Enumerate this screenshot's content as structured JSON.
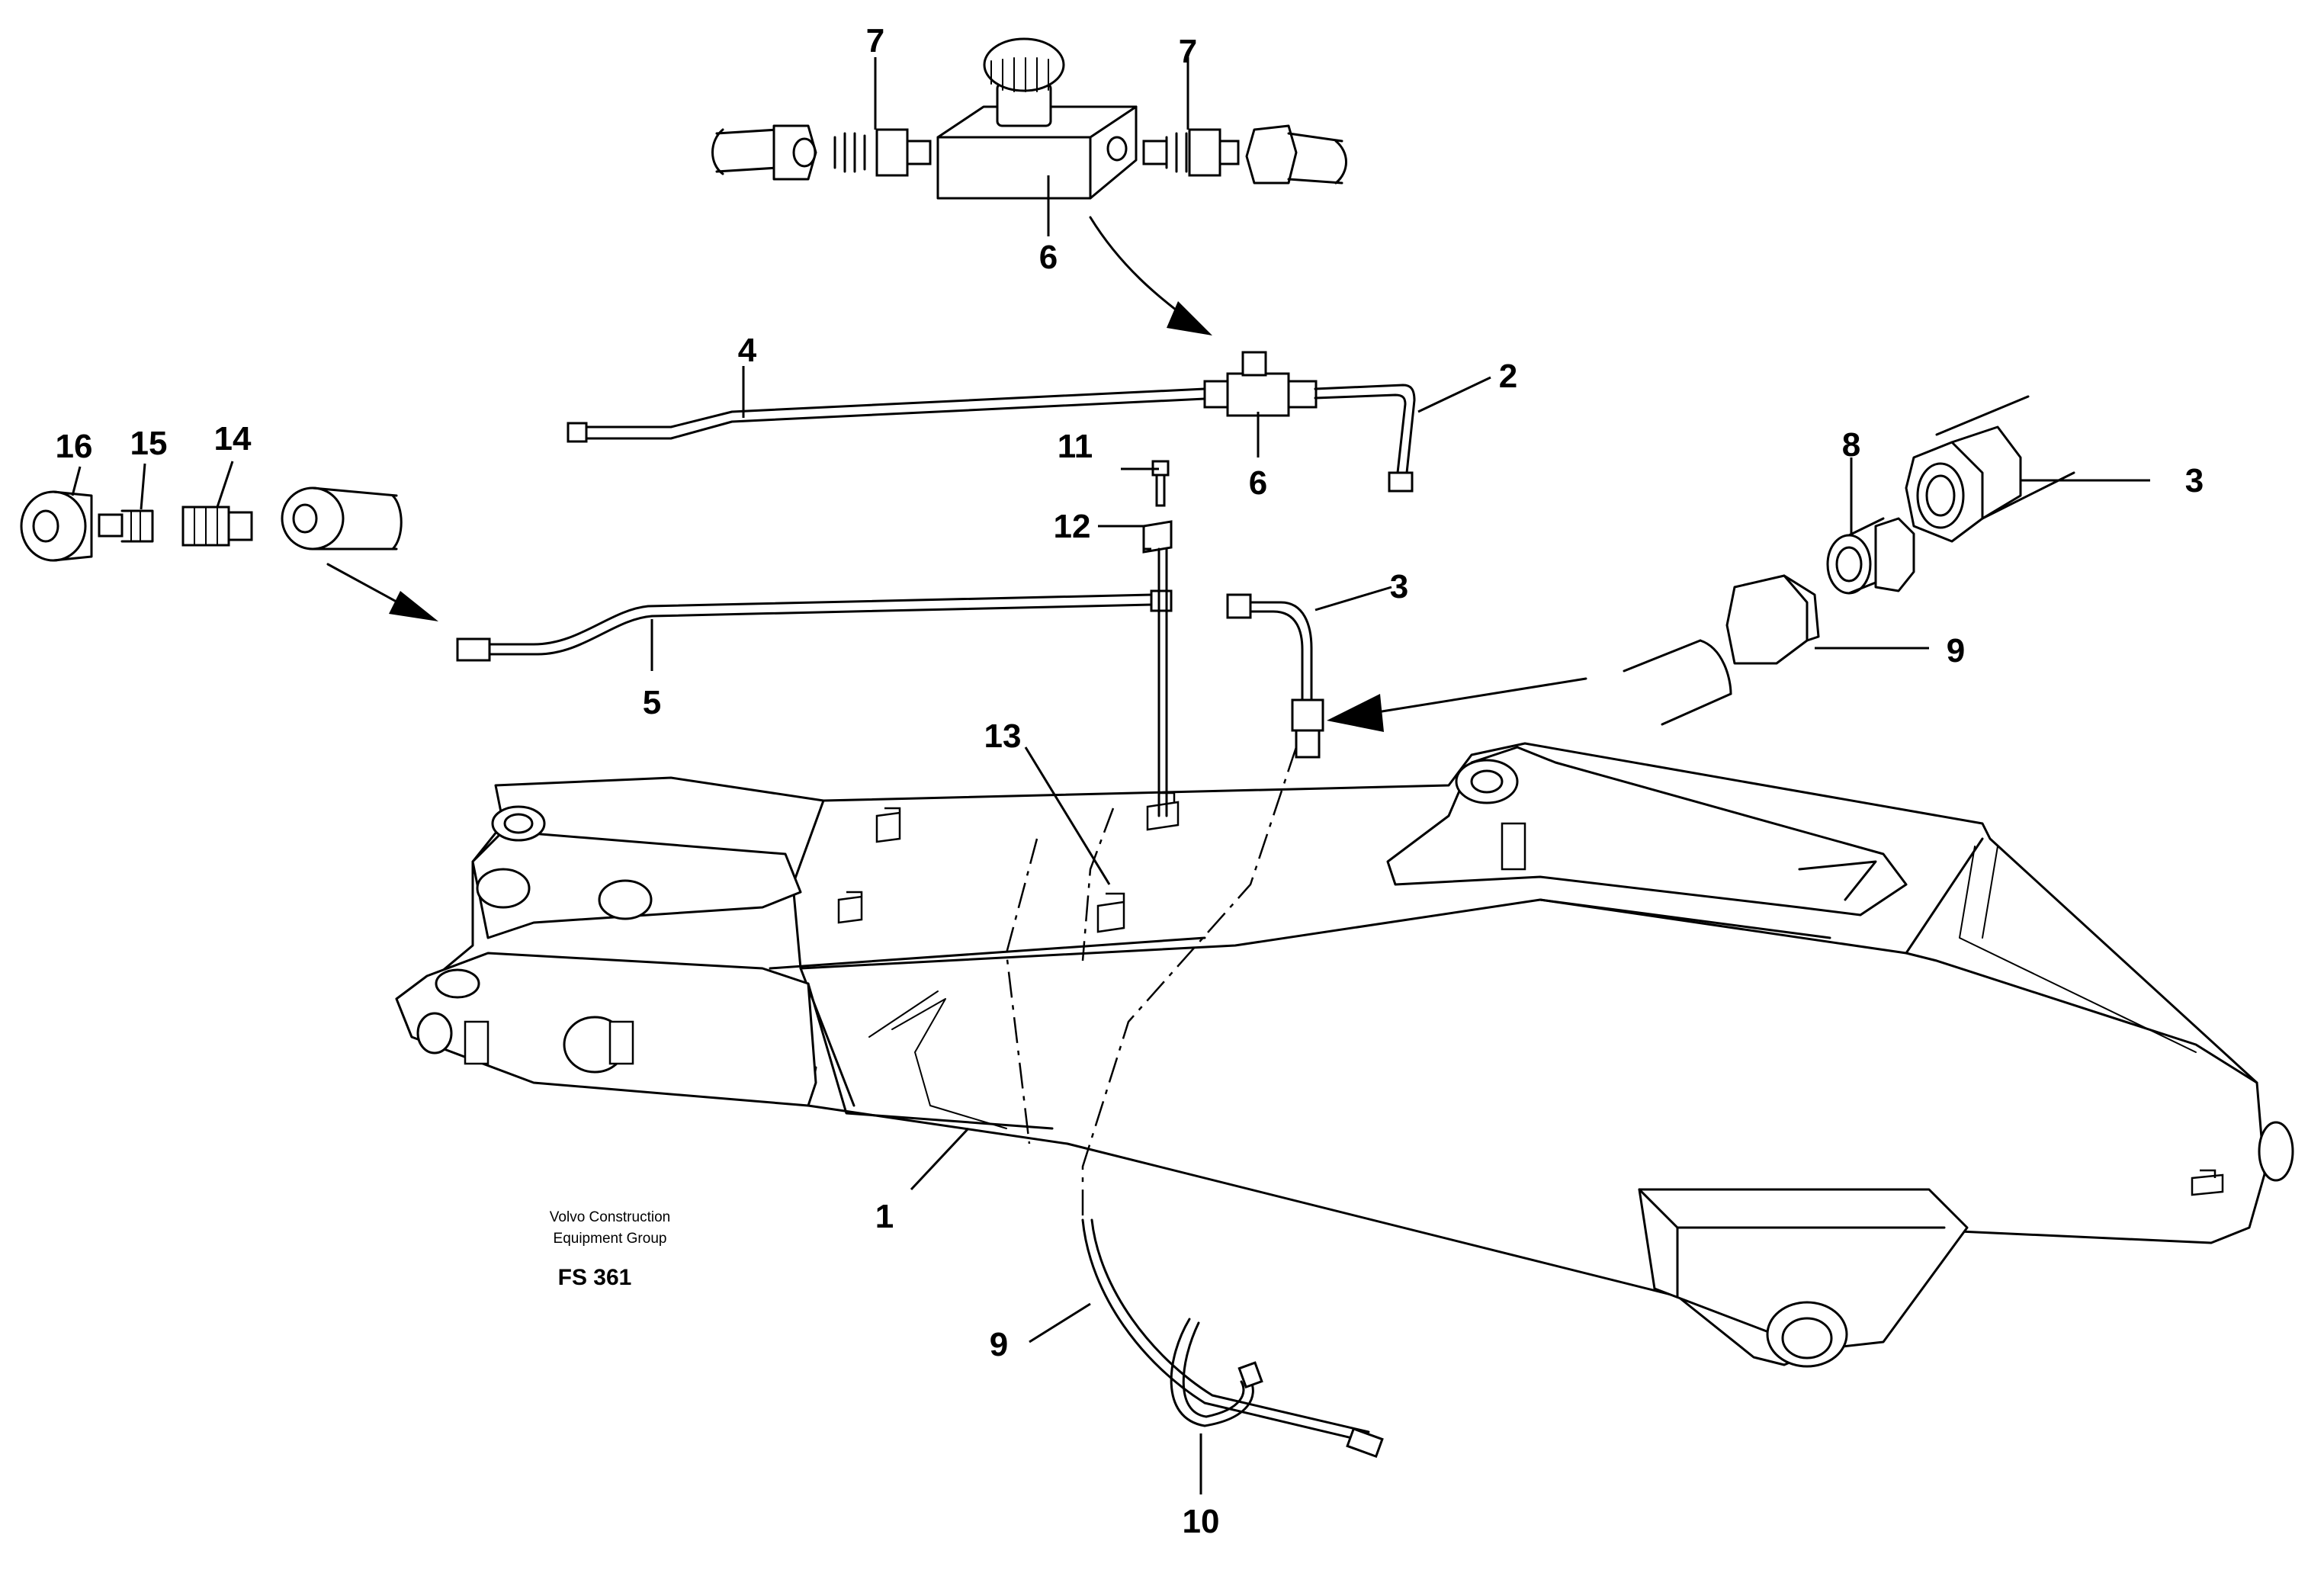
{
  "diagram": {
    "credit_lines": [
      "Volvo Construction",
      "Equipment Group"
    ],
    "figure_ref": "FS 361",
    "callouts": {
      "c1": "1",
      "c2": "2",
      "c3a": "3",
      "c3b": "3",
      "c4": "4",
      "c5": "5",
      "c6a": "6",
      "c6b": "6",
      "c7a": "7",
      "c7b": "7",
      "c8": "8",
      "c9a": "9",
      "c9b": "9",
      "c10": "10",
      "c11": "11",
      "c12": "12",
      "c13": "13",
      "c14": "14",
      "c15": "15",
      "c16": "16"
    }
  }
}
